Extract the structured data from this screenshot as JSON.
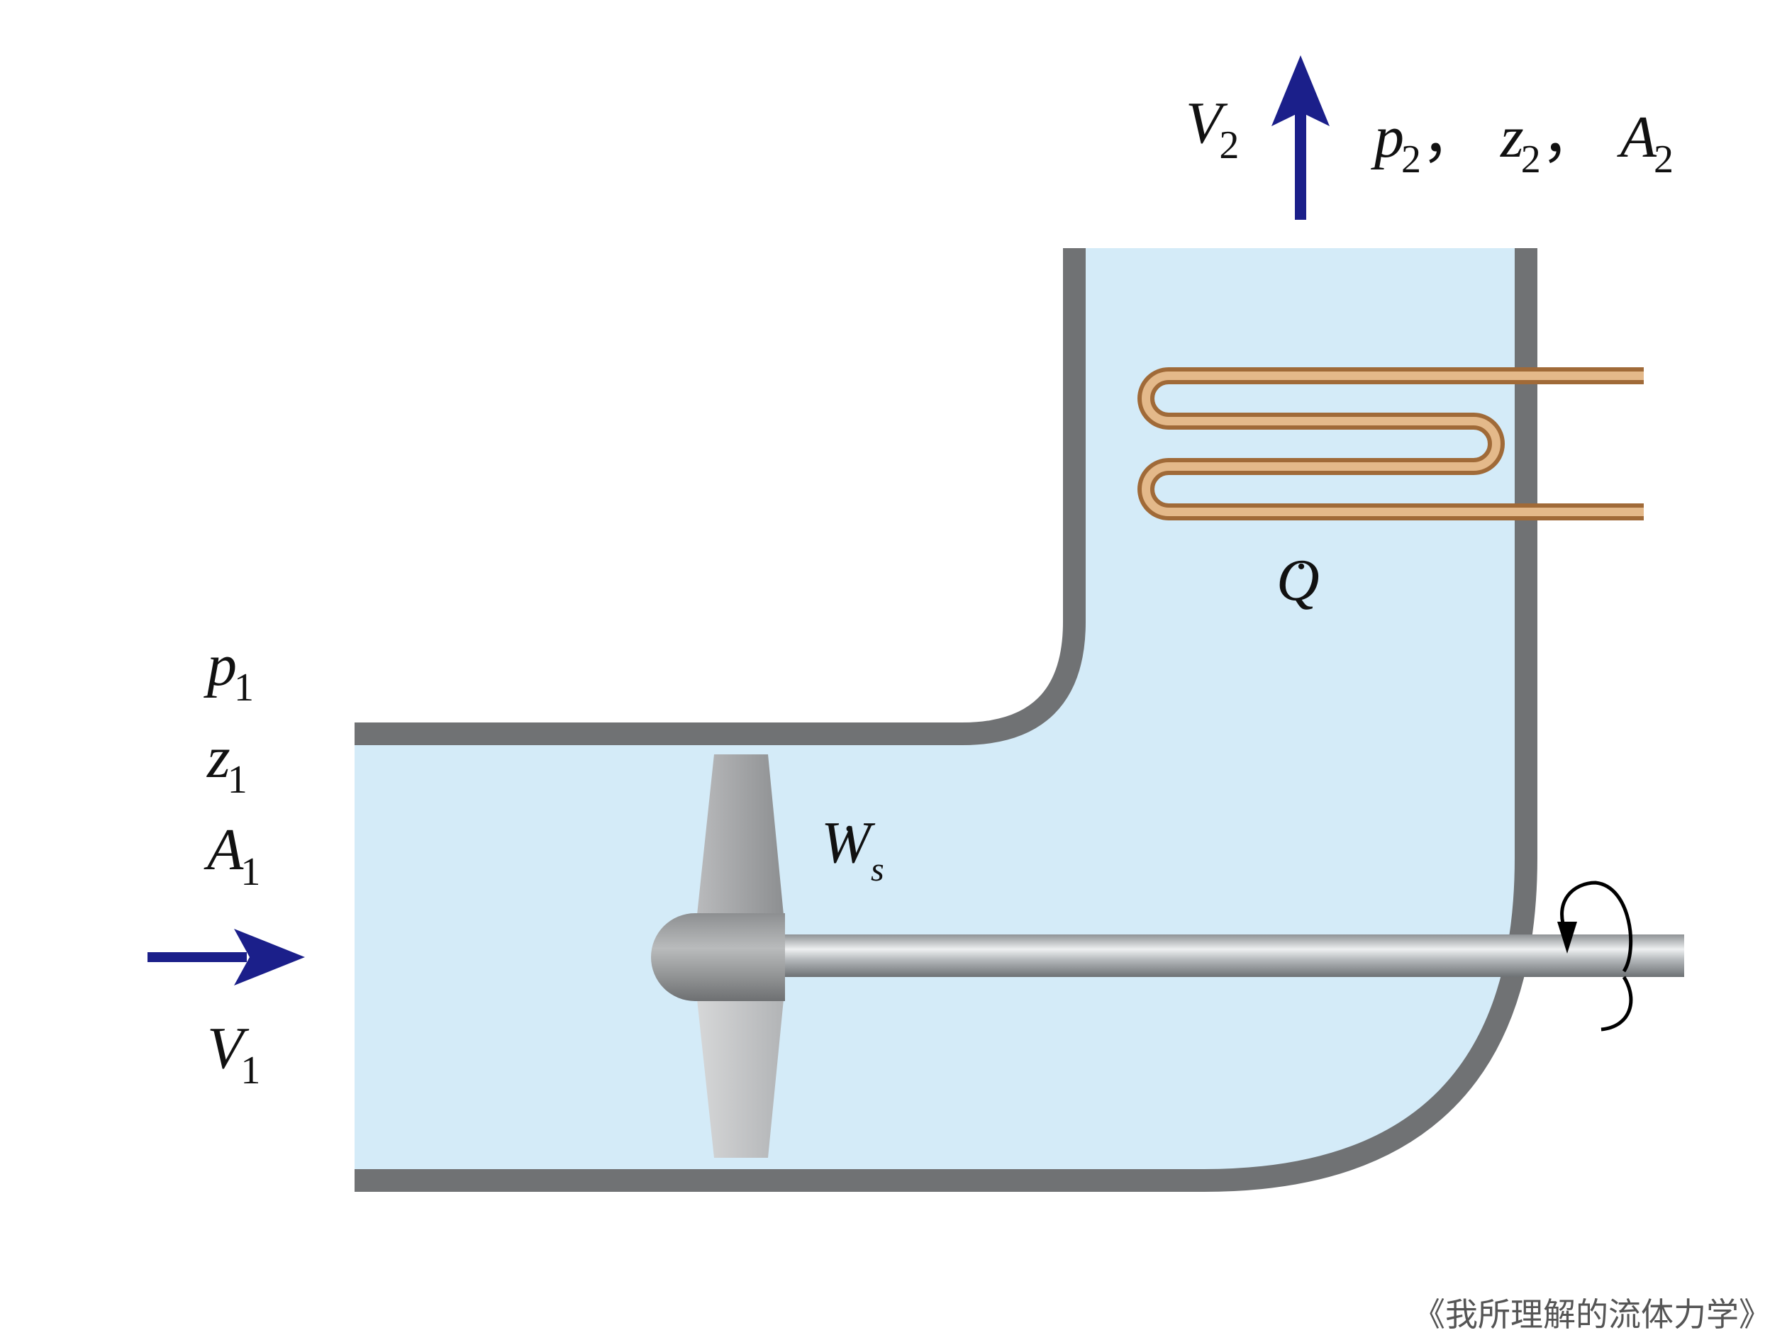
{
  "labels": {
    "p1": {
      "base": "p",
      "sub": "1"
    },
    "z1": {
      "base": "z",
      "sub": "1"
    },
    "A1": {
      "base": "A",
      "sub": "1"
    },
    "V1": {
      "base": "V",
      "sub": "1"
    },
    "V2": {
      "base": "V",
      "sub": "2"
    },
    "p2": {
      "base": "p",
      "sub": "2"
    },
    "z2": {
      "base": "z",
      "sub": "2"
    },
    "A2": {
      "base": "A",
      "sub": "2"
    },
    "separator": "，",
    "Q_dot": {
      "base": "Q",
      "dot": "·"
    },
    "W_dot": {
      "base": "W",
      "dot": "·",
      "sub": "s"
    }
  },
  "credit": "《我所理解的流体力学》",
  "colors": {
    "water": "#d4ebf8",
    "wall": "#707274",
    "arrow": "#1b1f8a",
    "coil": "#c08a52",
    "shaft": "#a9adb0",
    "impeller": "#9b9c9e"
  }
}
